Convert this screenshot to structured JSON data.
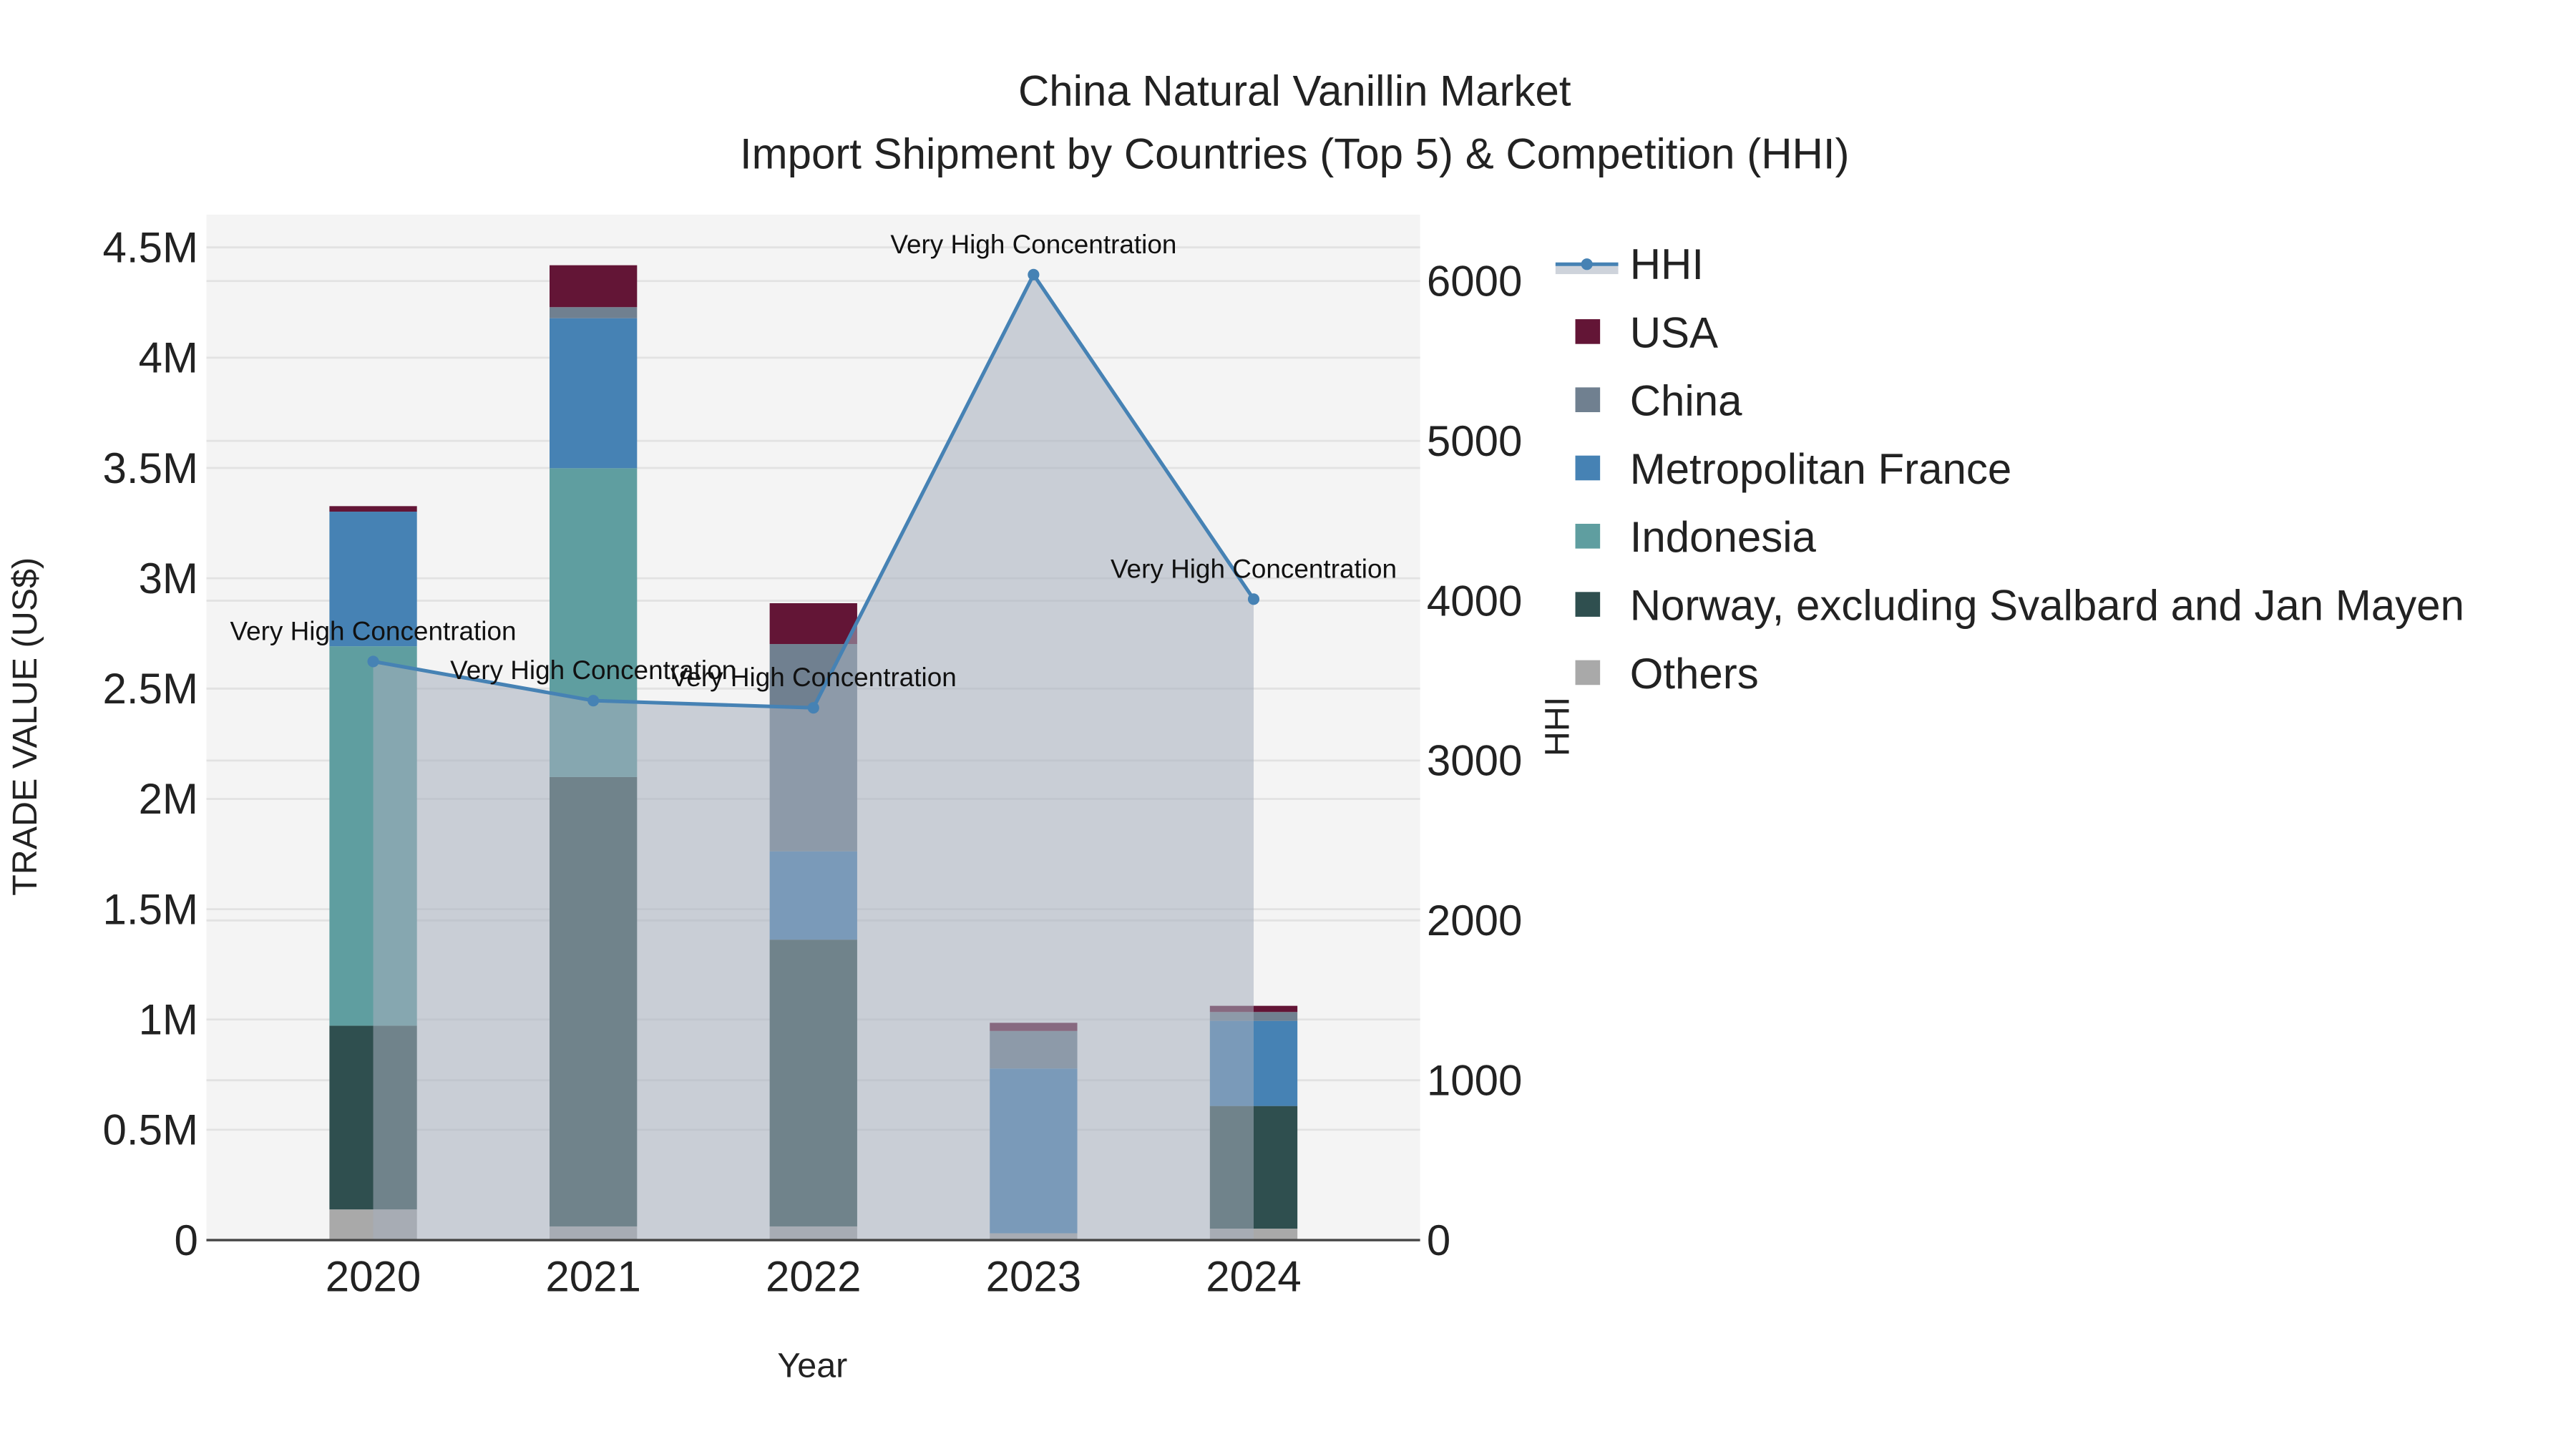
{
  "chart_data": {
    "type": "bar",
    "title": "China Natural Vanillin Market",
    "subtitle": "Import Shipment by Countries (Top 5) & Competition (HHI)",
    "xlabel": "Year",
    "ylabel": "TRADE VALUE (US$)",
    "y2label": "HHI",
    "categories": [
      "2020",
      "2021",
      "2022",
      "2023",
      "2024"
    ],
    "ylim": [
      0,
      4600000
    ],
    "y2lim": [
      0,
      6400
    ],
    "yticks": [
      {
        "v": 0,
        "label": "0"
      },
      {
        "v": 500000,
        "label": "0.5M"
      },
      {
        "v": 1000000,
        "label": "1M"
      },
      {
        "v": 1500000,
        "label": "1.5M"
      },
      {
        "v": 2000000,
        "label": "2M"
      },
      {
        "v": 2500000,
        "label": "2.5M"
      },
      {
        "v": 3000000,
        "label": "3M"
      },
      {
        "v": 3500000,
        "label": "3.5M"
      },
      {
        "v": 4000000,
        "label": "4M"
      },
      {
        "v": 4500000,
        "label": "4.5M"
      }
    ],
    "y2ticks": [
      0,
      1000,
      2000,
      3000,
      4000,
      5000,
      6000
    ],
    "stacked": true,
    "grid": true,
    "legend_position": "right",
    "series": [
      {
        "name": "Others",
        "color": "#A9A9A9",
        "values": [
          139000,
          62000,
          62000,
          31000,
          52000
        ]
      },
      {
        "name": "Norway, excluding Svalbard and Jan Mayen",
        "color": "#2F4F4F",
        "values": [
          833000,
          2037000,
          1300000,
          0,
          556000
        ]
      },
      {
        "name": "Indonesia",
        "color": "#5F9EA0",
        "values": [
          1720000,
          1400000,
          0,
          0,
          0
        ]
      },
      {
        "name": "Metropolitan France",
        "color": "#4682B4",
        "values": [
          610000,
          680000,
          400000,
          747000,
          386000
        ]
      },
      {
        "name": "China",
        "color": "#708090",
        "values": [
          0,
          50000,
          940000,
          170000,
          40000
        ]
      },
      {
        "name": "USA",
        "color": "#631536",
        "values": [
          25000,
          190000,
          185000,
          37000,
          28000
        ]
      }
    ],
    "line_series": {
      "name": "HHI",
      "color": "#4682B4",
      "axis": "right",
      "values": [
        3620,
        3375,
        3330,
        6040,
        4010
      ],
      "annotations": [
        "Very High Concentration",
        "Very High Concentration",
        "Very High Concentration",
        "Very High Concentration",
        "Very High Concentration"
      ]
    },
    "legend_order": [
      "HHI",
      "USA",
      "China",
      "Metropolitan France",
      "Indonesia",
      "Norway, excluding Svalbard and Jan Mayen",
      "Others"
    ]
  }
}
